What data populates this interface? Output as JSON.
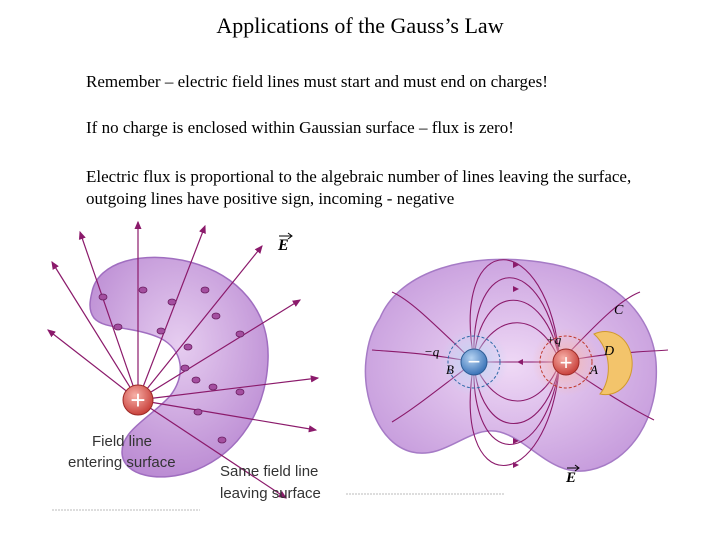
{
  "title": "Applications of the Gauss’s Law",
  "paragraphs": [
    "Remember – electric field lines must start and must end on charges!",
    "If no charge is enclosed within Gaussian surface – flux is zero!",
    "Electric flux is proportional to the algebraic number of lines leaving the surface, outgoing lines have positive sign, incoming - negative"
  ],
  "left_figure": {
    "field_label": "E",
    "charge_symbol": "+",
    "caption_entering_line1": "Field line",
    "caption_entering_line2": "entering surface",
    "caption_leaving_line1": "Same field line",
    "caption_leaving_line2": "leaving surface"
  },
  "right_figure": {
    "label_C": "C",
    "label_D": "D",
    "label_B": "B",
    "label_A": "A",
    "neg_charge_label": "−q",
    "pos_charge_label": "+q",
    "neg_symbol": "−",
    "pos_symbol": "+",
    "field_label": "E"
  },
  "colors": {
    "surface_purple": "#c9a0dc",
    "line_purple": "#8b1a6b",
    "charge_red": "#d9534f",
    "charge_blue": "#4a86c5",
    "surface_orange": "#f3c46b"
  }
}
